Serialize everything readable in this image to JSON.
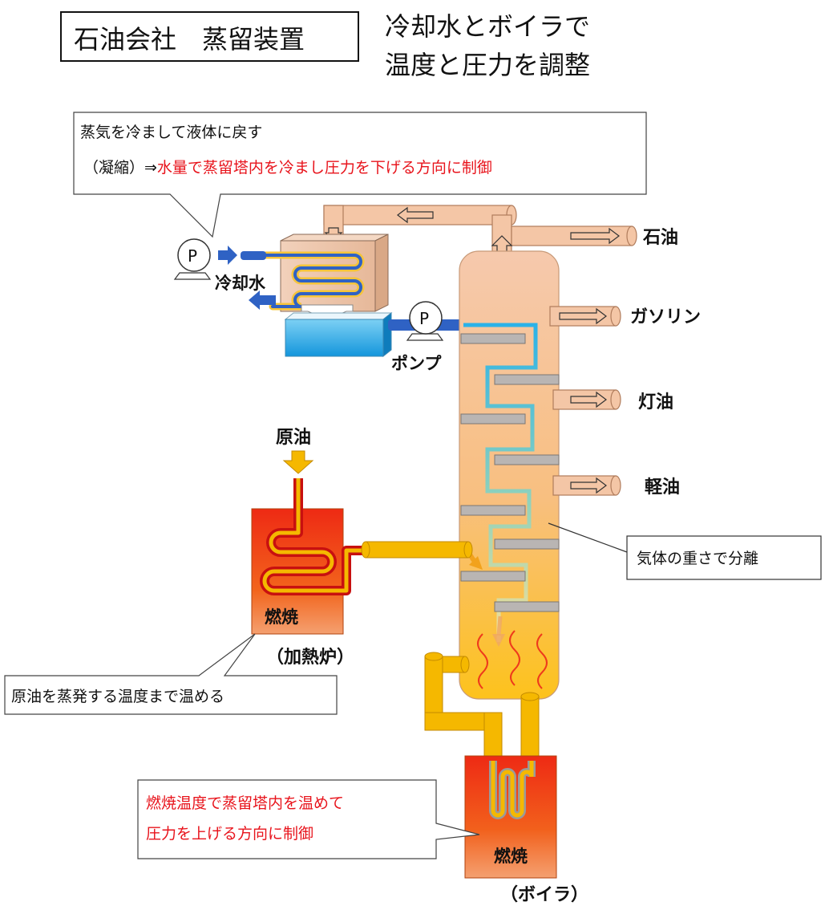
{
  "title": "石油会社　蒸留装置",
  "subtitle": [
    "冷却水とボイラで",
    "温度と圧力を調整"
  ],
  "callouts": {
    "condenser": {
      "line1": "蒸気を冷まして液体に戻す",
      "line2_prefix": "（凝縮）⇒",
      "line2_red": "水量で蒸留塔内を冷まし圧力を下げる方向に制御"
    },
    "separation": "気体の重さで分離",
    "furnace": "原油を蒸発する温度まで温める",
    "boiler": {
      "line1": "燃焼温度で蒸留塔内を温めて",
      "line2": "圧力を上げる方向に制御"
    }
  },
  "labels": {
    "cooling_water": "冷却水",
    "pump": "ポンプ",
    "pump_symbol": "P",
    "crude_oil": "原油",
    "furnace_burn": "燃焼",
    "furnace": "（加熱炉）",
    "boiler_burn": "燃焼",
    "boiler": "（ボイラ）"
  },
  "products": [
    "石油",
    "ガソリン",
    "灯油",
    "軽油"
  ],
  "colors": {
    "pipe_tan": "#f4c6a6",
    "pipe_yellow": "#f5b800",
    "cooling_blue": "#2f62c4",
    "water_tank": "#1ea6e6",
    "callout_red": "#e8141c"
  }
}
